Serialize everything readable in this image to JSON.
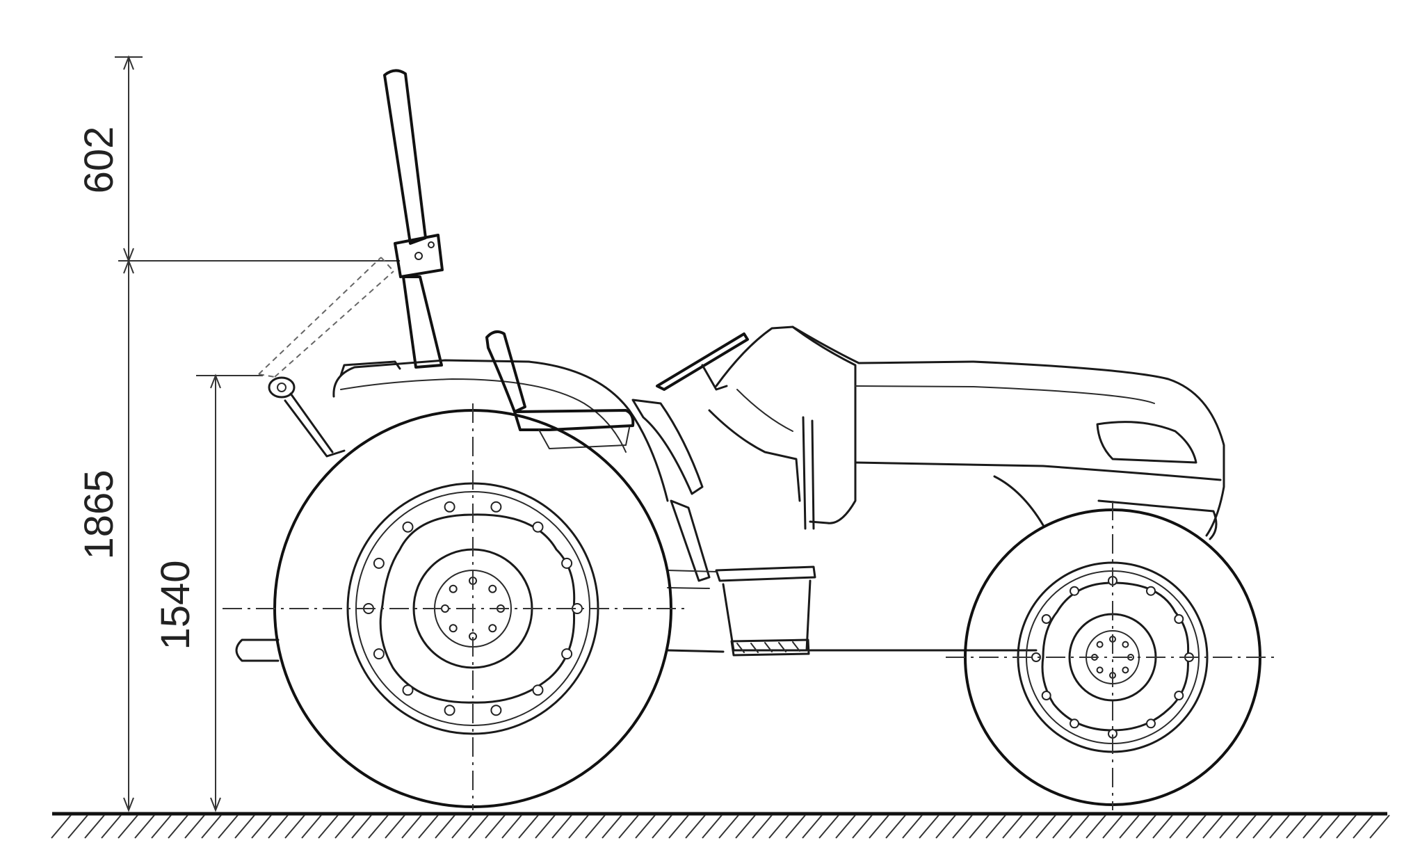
{
  "diagram": {
    "dimensions": [
      {
        "id": "rops_extension",
        "label": "602"
      },
      {
        "id": "overall_height",
        "label": "1865"
      },
      {
        "id": "folded_height",
        "label": "1540"
      }
    ]
  }
}
